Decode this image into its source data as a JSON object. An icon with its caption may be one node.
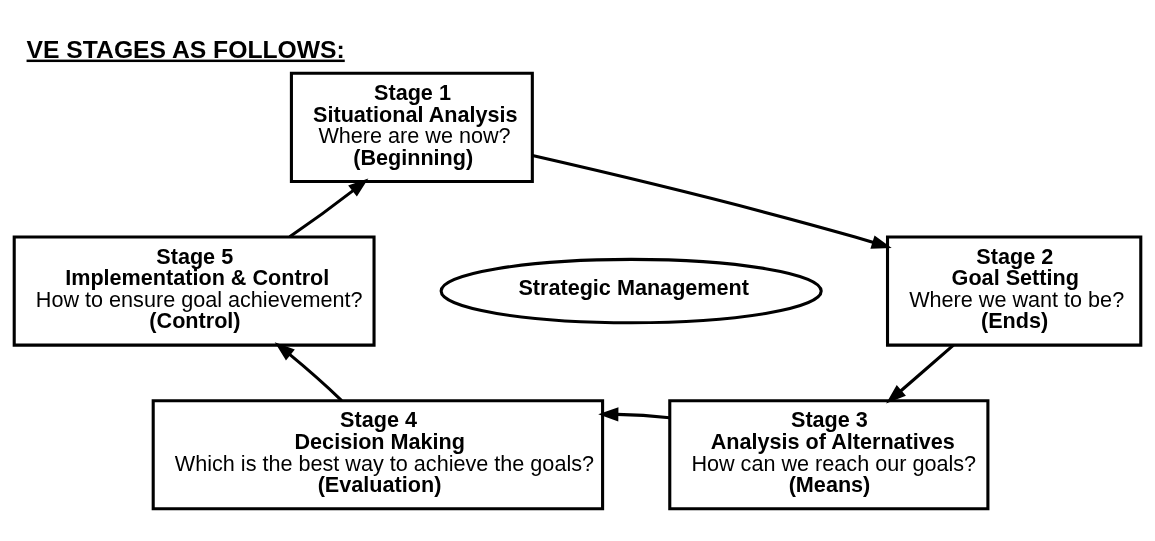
{
  "diagram": {
    "title": "VE STAGES AS FOLLOWS:",
    "nodes": [
      {
        "text": [
          "Stage 1",
          "Situational Analysis",
          "Where are we now?",
          "(Beginning)"
        ]
      },
      {
        "text": [
          "Stage 2",
          "Goal Setting",
          "Where we want to be?",
          "(Ends)"
        ]
      },
      {
        "text": [
          "Stage 3",
          "Analysis of Alternatives",
          "How can we reach our goals?",
          "(Means)"
        ]
      },
      {
        "text": [
          "Stage 4",
          "Decision Making",
          "Which is the best way to achieve the goals?",
          "(Evaluation)"
        ]
      },
      {
        "text": [
          "Stage 5",
          "Implementation & Control",
          "How to ensure goal achievement?",
          "(Control)"
        ]
      },
      {
        "text": [
          "Strategic Management"
        ]
      }
    ],
    "edges": [
      {
        "from": 4,
        "to": 0,
        "arrow": "to"
      },
      {
        "from": 0,
        "to": 1,
        "arrow": "to"
      },
      {
        "from": 1,
        "to": 2,
        "arrow": "to"
      },
      {
        "from": 2,
        "to": 3,
        "arrow": "to"
      },
      {
        "from": 3,
        "to": 4,
        "arrow": "to"
      }
    ]
  }
}
